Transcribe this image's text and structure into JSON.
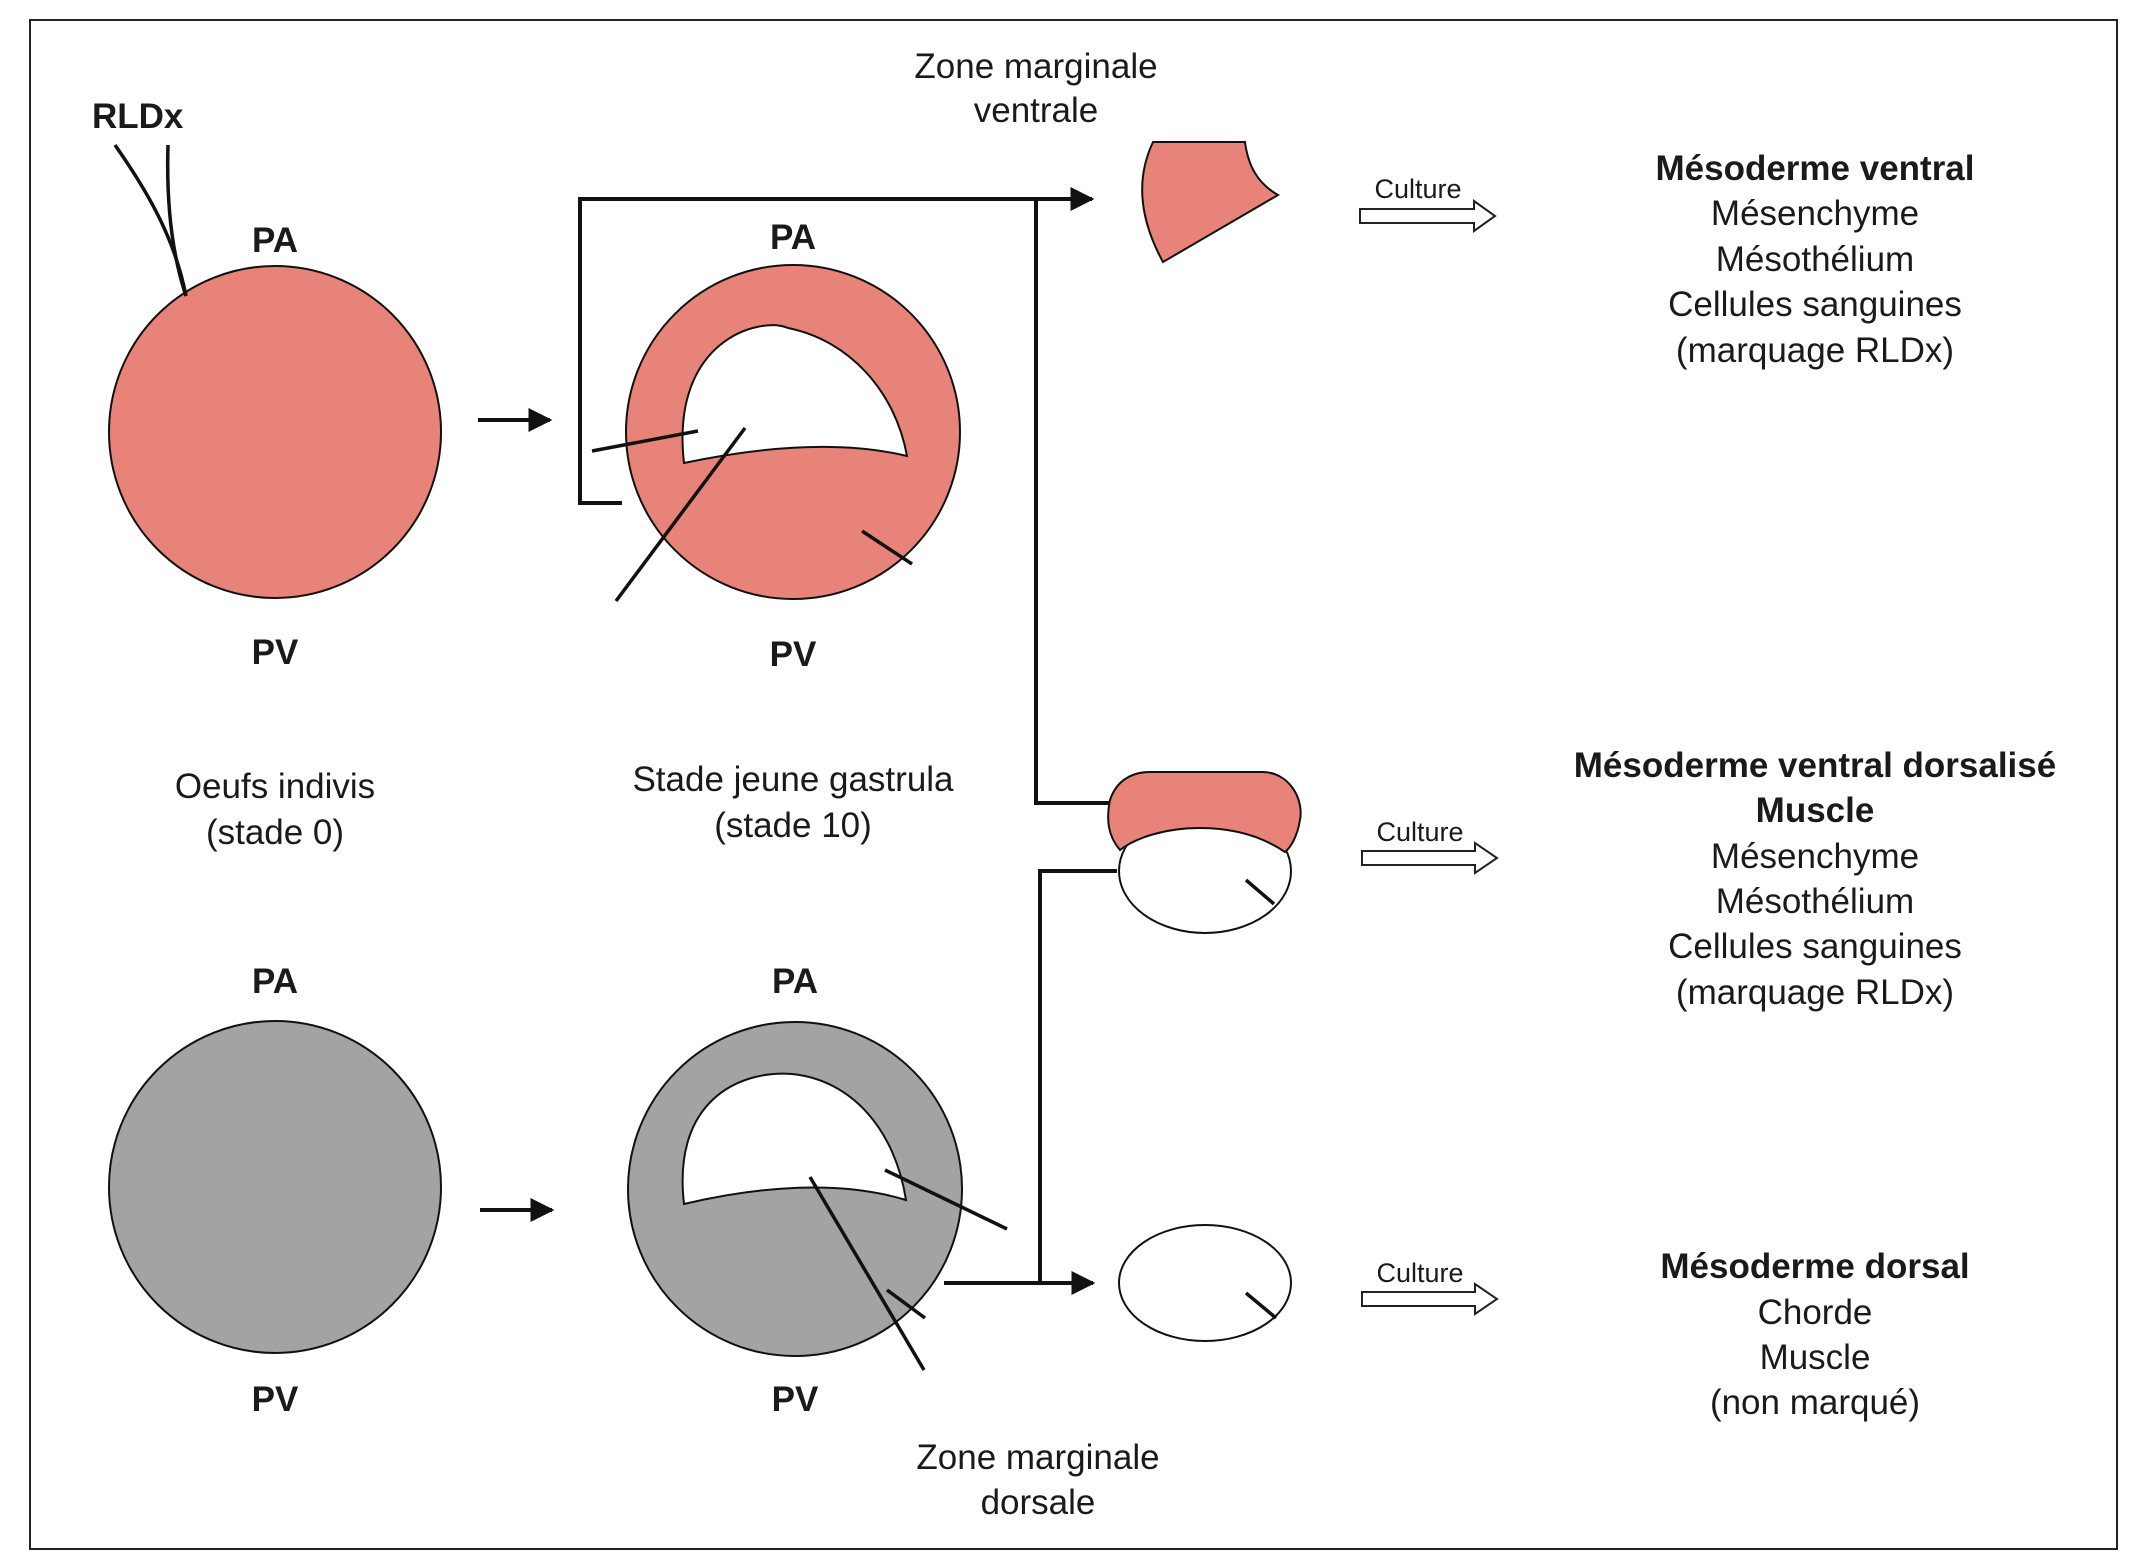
{
  "colors": {
    "pink": "#e8837a",
    "gray": "#a3a3a3",
    "stroke": "#111111",
    "frame": "#222222"
  },
  "labels": {
    "rldx": "RLDx",
    "pa": "PA",
    "pv": "PV",
    "eggs_line1": "Oeufs indivis",
    "eggs_line2": "(stade 0)",
    "gastrula_line1": "Stade jeune gastrula",
    "gastrula_line2": "(stade 10)",
    "zone_ventral_line1": "Zone marginale",
    "zone_ventral_line2": "ventrale",
    "zone_dorsal_line1": "Zone marginale",
    "zone_dorsal_line2": "dorsale",
    "culture": "Culture"
  },
  "results": {
    "ventral": {
      "title": "Mésoderme ventral",
      "items": [
        "Mésenchyme",
        "Mésothélium",
        "Cellules sanguines",
        "(marquage RLDx)"
      ]
    },
    "dorsalized": {
      "title_line1": "Mésoderme ventral dorsalisé",
      "title_line2": "Muscle",
      "items": [
        "Mésenchyme",
        "Mésothélium",
        "Cellules sanguines",
        "(marquage RLDx)"
      ]
    },
    "dorsal": {
      "title": "Mésoderme dorsal",
      "items": [
        "Chorde",
        "Muscle",
        "(non marqué)"
      ]
    }
  }
}
